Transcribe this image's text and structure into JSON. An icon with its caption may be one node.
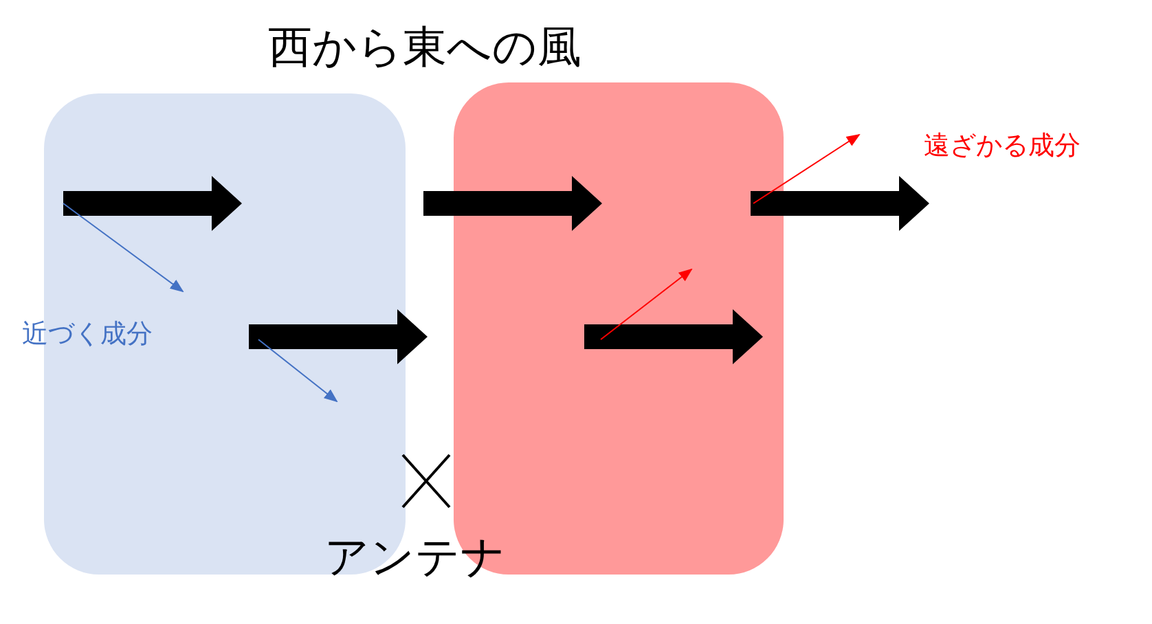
{
  "diagram": {
    "title": "西から東への風",
    "nodes": [
      {
        "text": [],
        "shape": "box"
      },
      {
        "text": [],
        "shape": "box"
      }
    ],
    "labels": [
      "近づく成分",
      "遠ざかる成分",
      "アンテナ"
    ]
  }
}
